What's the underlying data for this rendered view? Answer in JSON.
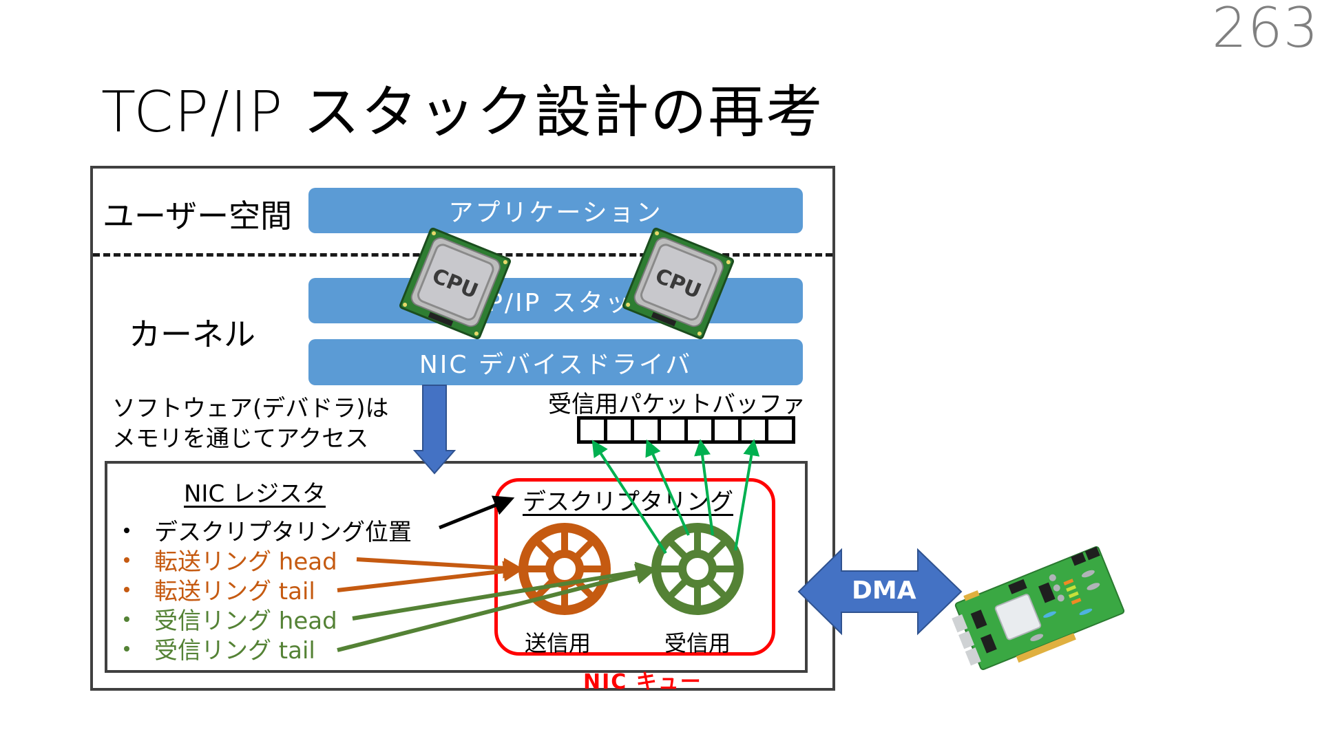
{
  "page_number": "263",
  "title": "TCP/IP スタック設計の再考",
  "layers": {
    "user_space_label": "ユーザー空間",
    "kernel_label": "カーネル",
    "application_bar": "アプリケーション",
    "tcpip_bar": "TCP/IP スタック",
    "driver_bar": "NIC デバイスドライバ"
  },
  "software_note": {
    "line1": "ソフトウェア(デバドラ)は",
    "line2": "メモリを通じてアクセス"
  },
  "packet_buffer": {
    "label": "受信用パケットバッファ",
    "cell_count": 8
  },
  "nic_registers": {
    "title": "NIC レジスタ",
    "items": [
      {
        "label": "デスクリプタリング位置",
        "color": "#000000"
      },
      {
        "label": "転送リング head",
        "color": "#c55a11"
      },
      {
        "label": "転送リング tail",
        "color": "#c55a11"
      },
      {
        "label": "受信リング head",
        "color": "#548235"
      },
      {
        "label": "受信リング tail",
        "color": "#548235"
      }
    ]
  },
  "nic_queue": {
    "label": "NIC キュー",
    "ring_title": "デスクリプタリング",
    "tx_label": "送信用",
    "rx_label": "受信用"
  },
  "dma_label": "DMA",
  "icons": {
    "cpu_chip_1": "cpu-icon",
    "cpu_chip_2": "cpu-icon",
    "nic_card": "network-card-icon"
  },
  "colors": {
    "bar_blue": "#5b9bd5",
    "arrow_blue": "#4472c4",
    "tx_orange": "#c55a11",
    "rx_green": "#548235",
    "buffer_arrow_green": "#00b050",
    "queue_red": "#ff0000"
  }
}
